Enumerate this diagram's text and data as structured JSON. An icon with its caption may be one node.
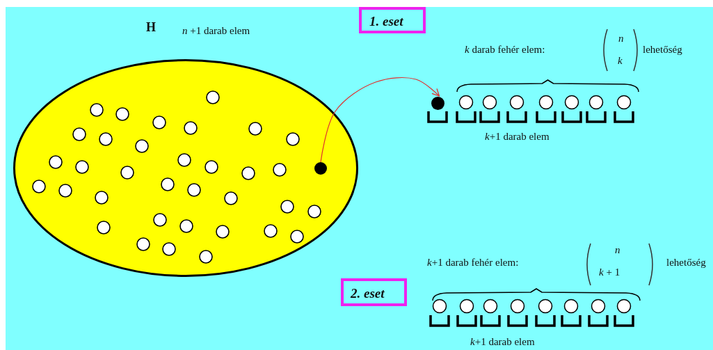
{
  "diagram": {
    "nodes": [
      {
        "text": [
          "H"
        ],
        "beside": [
          "*n* +1 darab elem"
        ]
      },
      {
        "text": [],
        "shape": "circle",
        "in": 0
      },
      {
        "text": [],
        "shape": "circle"
      },
      {
        "text": [
          "1. eset"
        ]
      },
      {
        "text": [
          "2. eset"
        ]
      }
    ],
    "edges": [
      {
        "from": 1,
        "to": 2,
        "arrow": "to",
        "color": "#e0302f"
      }
    ],
    "labels": [
      "*k* darab fehér elem:",
      "*n*",
      "*k*",
      "lehetőség",
      "*k*+1 darab elem",
      "*k*+1 darab fehér elem:",
      "*n*",
      "*k* + 1",
      "lehetőség",
      "*k*+1 darab elem"
    ]
  }
}
